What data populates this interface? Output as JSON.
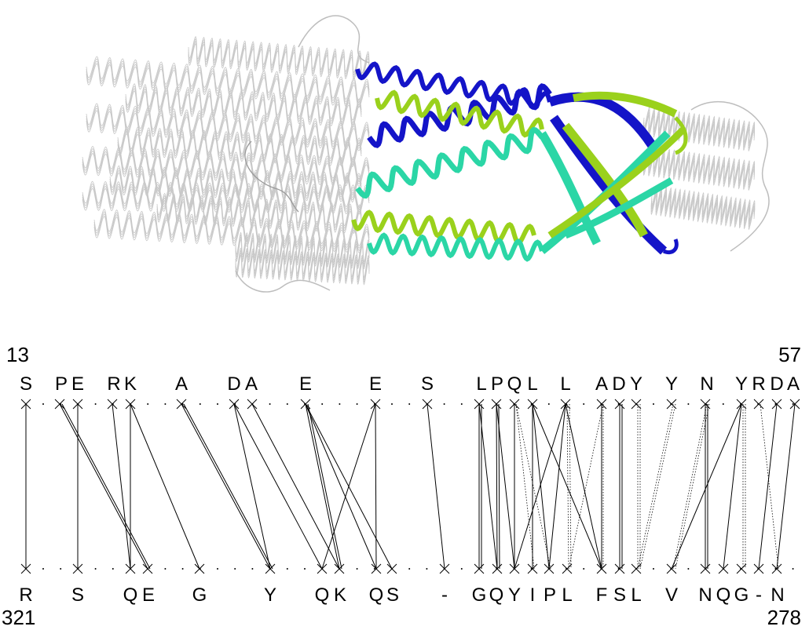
{
  "structure": {
    "strand_colors": {
      "background": "#bdbdbd",
      "blue": "#1414c8",
      "green": "#9ad11c",
      "cyan": "#2bd6a6"
    },
    "icon": "protein-ribbon-structure"
  },
  "alignment": {
    "top_start": "13",
    "top_end": "57",
    "bottom_start": "321",
    "bottom_end": "278",
    "top_residues": [
      "S",
      "P",
      "E",
      "R",
      "K",
      "A",
      "D",
      "A",
      "E",
      "E",
      "S",
      "L",
      "P",
      "Q",
      "L",
      "L",
      "A",
      "D",
      "Y",
      "Y",
      "N",
      "Y",
      "R",
      "D",
      "A"
    ],
    "bottom_residues": [
      "R",
      "S",
      "Q",
      "E",
      "G",
      "Y",
      "Q",
      "K",
      "Q",
      "S",
      "-",
      "G",
      "Q",
      "Y",
      "I",
      "P",
      "L",
      "F",
      "S",
      "L",
      "V",
      "N",
      "Q",
      "G",
      "-",
      "N"
    ],
    "top_marker_count": 25,
    "bottom_marker_count": 26,
    "links_solid": [
      [
        0,
        0
      ],
      [
        1,
        3
      ],
      [
        1,
        3
      ],
      [
        2,
        1
      ],
      [
        3,
        2
      ],
      [
        4,
        2
      ],
      [
        4,
        4
      ],
      [
        5,
        5
      ],
      [
        5,
        5
      ],
      [
        6,
        5
      ],
      [
        6,
        6
      ],
      [
        7,
        7
      ],
      [
        8,
        7
      ],
      [
        8,
        7
      ],
      [
        8,
        8
      ],
      [
        8,
        9
      ],
      [
        9,
        8
      ],
      [
        9,
        6
      ],
      [
        10,
        10
      ],
      [
        11,
        11
      ],
      [
        11,
        11
      ],
      [
        11,
        12
      ],
      [
        12,
        12
      ],
      [
        12,
        12
      ],
      [
        12,
        13
      ],
      [
        13,
        13
      ],
      [
        14,
        17
      ],
      [
        14,
        14
      ],
      [
        14,
        15
      ],
      [
        15,
        17
      ],
      [
        15,
        13
      ],
      [
        15,
        15
      ],
      [
        16,
        17
      ],
      [
        17,
        18
      ],
      [
        17,
        18
      ],
      [
        20,
        21
      ],
      [
        20,
        21
      ],
      [
        21,
        22
      ],
      [
        21,
        20
      ],
      [
        23,
        24
      ],
      [
        24,
        25
      ]
    ],
    "links_dotted": [
      [
        13,
        15
      ],
      [
        13,
        14
      ],
      [
        15,
        16
      ],
      [
        15,
        16
      ],
      [
        16,
        17
      ],
      [
        16,
        16
      ],
      [
        18,
        19
      ],
      [
        19,
        19
      ],
      [
        19,
        19
      ],
      [
        20,
        20
      ],
      [
        20,
        20
      ],
      [
        21,
        23
      ],
      [
        21,
        23
      ],
      [
        22,
        25
      ],
      [
        18,
        19
      ]
    ]
  }
}
